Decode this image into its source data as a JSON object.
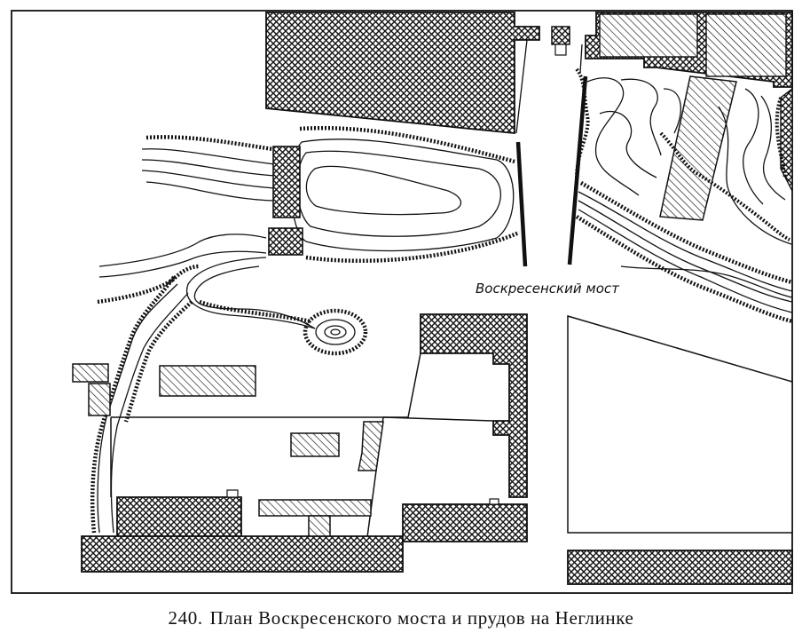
{
  "figure": {
    "number": "240.",
    "caption": "План Воскресенского моста и прудов на Неглинке"
  },
  "map_labels": {
    "bridge": "Воскресенский мост"
  },
  "colors": {
    "ink": "#111111",
    "paper": "#ffffff"
  }
}
